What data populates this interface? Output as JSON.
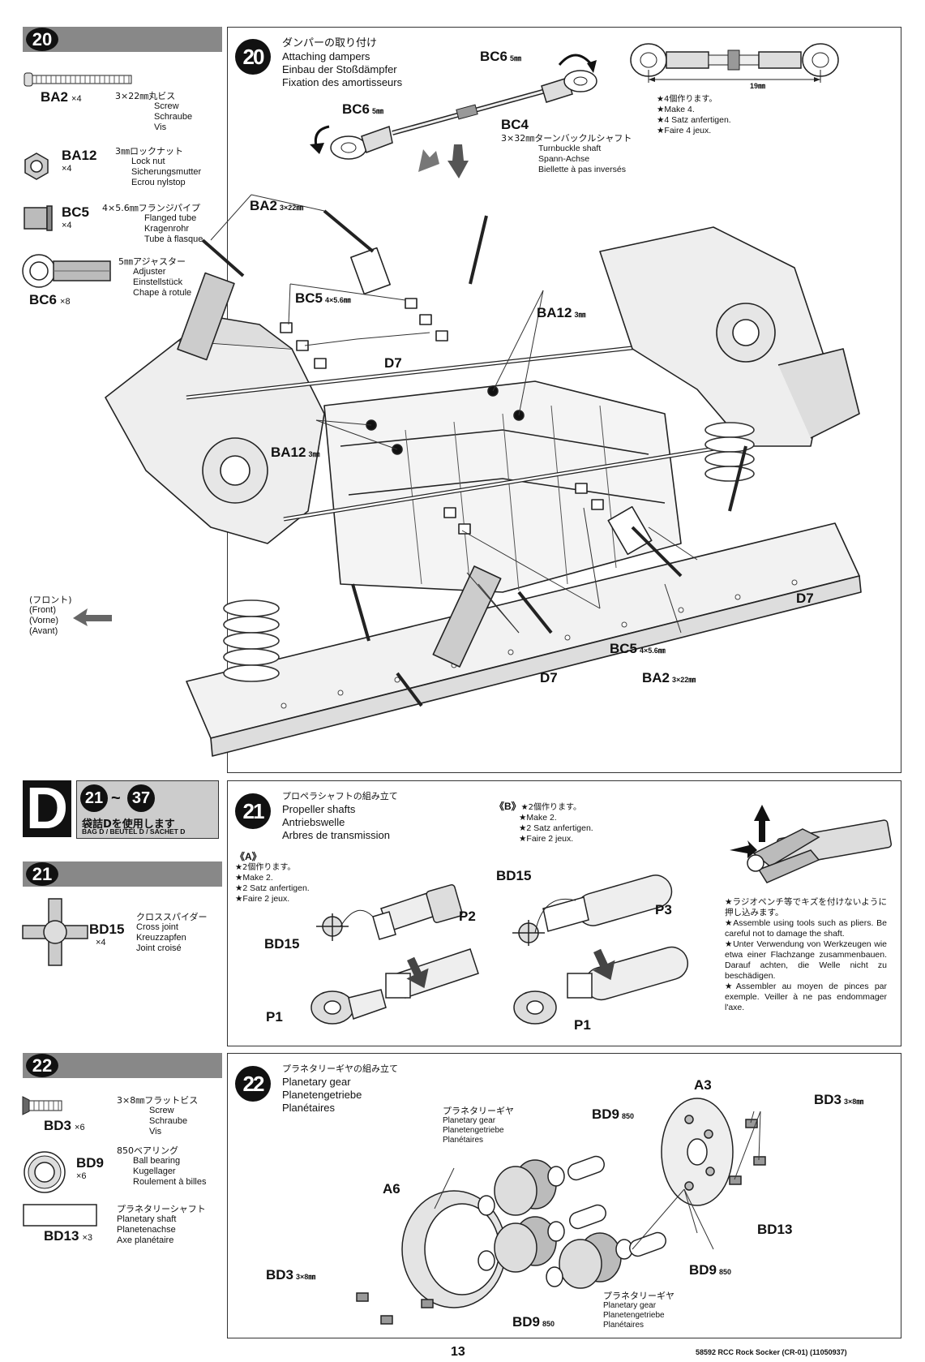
{
  "page": {
    "number": "13",
    "footer": "58592 RCC Rock Socker (CR-01) (11050937)"
  },
  "front_label": [
    "(フロント)",
    "(Front)",
    "(Vorne)",
    "(Avant)"
  ],
  "step20": {
    "num": "20",
    "titles": [
      "ダンパーの取り付け",
      "Attaching dampers",
      "Einbau der Stoßdämpfer",
      "Fixation des amortisseurs"
    ],
    "parts": [
      {
        "code": "BA2",
        "qty": "×4",
        "size": "3×22㎜丸ビス",
        "names": [
          "Screw",
          "Schraube",
          "Vis"
        ]
      },
      {
        "code": "BA12",
        "qty": "×4",
        "size": "3㎜ロックナット",
        "names": [
          "Lock nut",
          "Sicherungsmutter",
          "Ecrou nylstop"
        ]
      },
      {
        "code": "BC5",
        "qty": "×4",
        "size": "4×5.6㎜フランジパイプ",
        "names": [
          "Flanged tube",
          "Kragenrohr",
          "Tube à flasque"
        ]
      },
      {
        "code": "BC6",
        "qty": "×8",
        "size": "5㎜アジャスター",
        "names": [
          "Adjuster",
          "Einstellstück",
          "Chape à rotule"
        ]
      }
    ],
    "notes": [
      "★4個作ります。",
      "★Make 4.",
      "★4 Satz anfertigen.",
      "★Faire 4 jeux."
    ],
    "dimension": "19㎜",
    "labels": {
      "bc6": "BC6",
      "bc6_size": "5㎜",
      "bc4": "BC4",
      "bc4_size": "3×32㎜ターンバックルシャフト",
      "bc4_names": [
        "Turnbuckle shaft",
        "Spann-Achse",
        "Biellette à pas inversés"
      ],
      "ba2": "BA2",
      "ba2_size": "3×22㎜",
      "bc5": "BC5",
      "bc5_size": "4×5.6㎜",
      "ba12": "BA12",
      "ba12_size": "3㎜",
      "d7": "D7"
    }
  },
  "bagD": {
    "letter": "D",
    "range_from": "21",
    "range_sep": "~",
    "range_to": "37",
    "jp": "袋詰Dを使用します",
    "en": "BAG D / BEUTEL D / SACHET D"
  },
  "step21": {
    "num": "21",
    "titles": [
      "プロペラシャフトの組み立て",
      "Propeller shafts",
      "Antriebswelle",
      "Arbres de transmission"
    ],
    "part": {
      "code": "BD15",
      "qty": "×4",
      "size": "クロススパイダー",
      "names": [
        "Cross joint",
        "Kreuzzapfen",
        "Joint croisé"
      ]
    },
    "groupA": {
      "label": "《A》",
      "notes": [
        "★2個作ります。",
        "★Make 2.",
        "★2 Satz anfertigen.",
        "★Faire 2 jeux."
      ]
    },
    "groupB": {
      "label": "《B》",
      "notes": [
        "★2個作ります。",
        "★Make 2.",
        "★2 Satz anfertigen.",
        "★Faire 2 jeux."
      ]
    },
    "labels": {
      "bd15": "BD15",
      "p1": "P1",
      "p2": "P2",
      "p3": "P3"
    },
    "tips": [
      "★ラジオペンチ等でキズを付けないように押し込みます。",
      "★Assemble using tools such as pliers. Be careful not to damage the shaft.",
      "★Unter Verwendung von Werkzeugen wie etwa einer Flachzange zusammenbauen. Darauf achten, die Welle nicht zu beschädigen.",
      "★Assembler au moyen de pinces par exemple. Veiller à ne pas endommager l'axe."
    ]
  },
  "step22": {
    "num": "22",
    "titles": [
      "プラネタリーギヤの組み立て",
      "Planetary gear",
      "Planetengetriebe",
      "Planétaires"
    ],
    "parts": [
      {
        "code": "BD3",
        "qty": "×6",
        "size": "3×8㎜フラットビス",
        "names": [
          "Screw",
          "Schraube",
          "Vis"
        ]
      },
      {
        "code": "BD9",
        "qty": "×6",
        "size": "850ベアリング",
        "names": [
          "Ball bearing",
          "Kugellager",
          "Roulement à billes"
        ]
      },
      {
        "code": "BD13",
        "qty": "×3",
        "size": "プラネタリーシャフト",
        "names": [
          "Planetary shaft",
          "Planetenachse",
          "Axe planétaire"
        ]
      }
    ],
    "gear_names": [
      "プラネタリーギヤ",
      "Planetary gear",
      "Planetengetriebe",
      "Planétaires"
    ],
    "labels": {
      "a3": "A3",
      "a6": "A6",
      "bd3": "BD3",
      "bd3_size": "3×8㎜",
      "bd9": "BD9",
      "bd9_size": "850",
      "bd13": "BD13"
    }
  }
}
